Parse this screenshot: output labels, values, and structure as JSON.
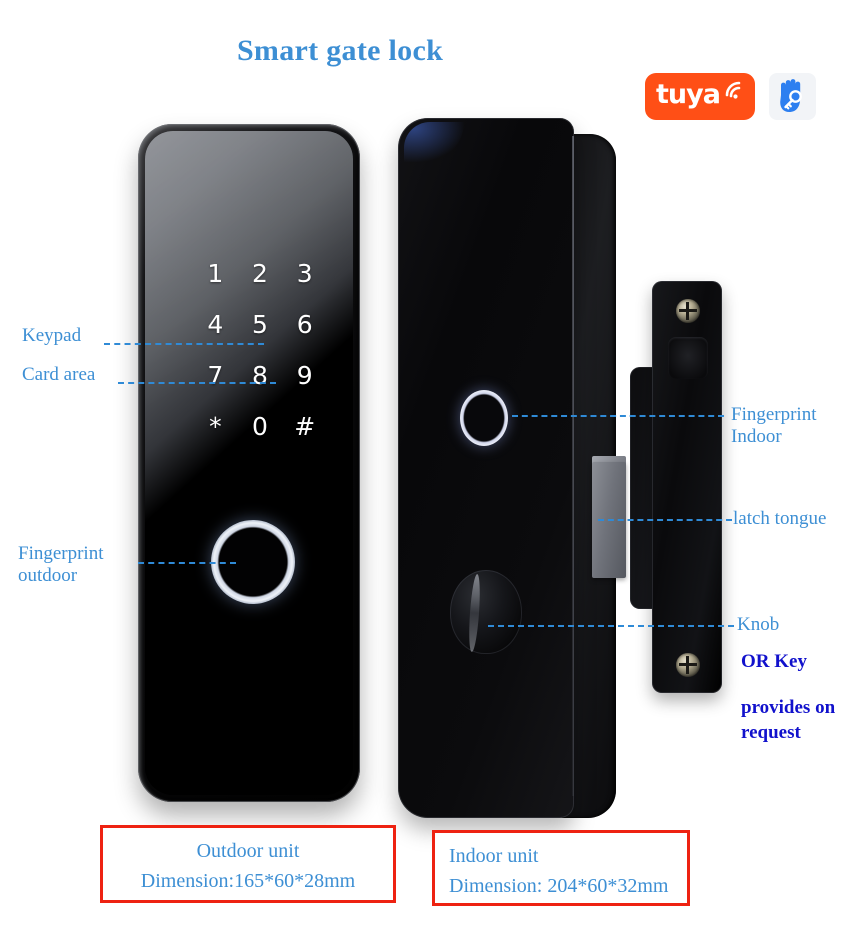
{
  "page": {
    "title": "Smart gate lock",
    "background": "#ffffff",
    "accent_blue": "#3d8fd4",
    "note_blue": "#1111cc",
    "box_red": "#ee2211"
  },
  "logos": [
    {
      "name": "tuya-logo",
      "text": "tuya",
      "color": "#ff4f16",
      "text_color": "#ffffff"
    },
    {
      "name": "hand-key-logo",
      "text": "",
      "color": "#2d7ff0",
      "background": "#f2f4f7"
    }
  ],
  "products": {
    "outdoor": {
      "name": "Outdoor unit",
      "keypad": [
        "1",
        "2",
        "3",
        "4",
        "5",
        "6",
        "7",
        "8",
        "9",
        "*",
        "0",
        "#"
      ],
      "fingerprint": "fingerprint-ring-outdoor"
    },
    "indoor": {
      "name": "Indoor unit",
      "fingerprint": "fingerprint-ring-indoor",
      "knob": "knob",
      "latch": "latch-tongue",
      "strike": "strike-plate"
    }
  },
  "callouts": {
    "keypad": "Keypad",
    "card_area": "Card area",
    "fingerprint_outdoor": "Fingerprint\noutdoor",
    "fingerprint_indoor": "Fingerprint\nIndoor",
    "latch_tongue": "latch tongue",
    "knob": "Knob"
  },
  "notes": {
    "or_key": "OR Key",
    "provides_on_request": "provides on\nrequest"
  },
  "dimension_boxes": {
    "outdoor": {
      "title": "Outdoor unit",
      "dimension": "Dimension:165*60*28mm"
    },
    "indoor": {
      "title": "Indoor unit",
      "dimension": "Dimension: 204*60*32mm"
    }
  }
}
